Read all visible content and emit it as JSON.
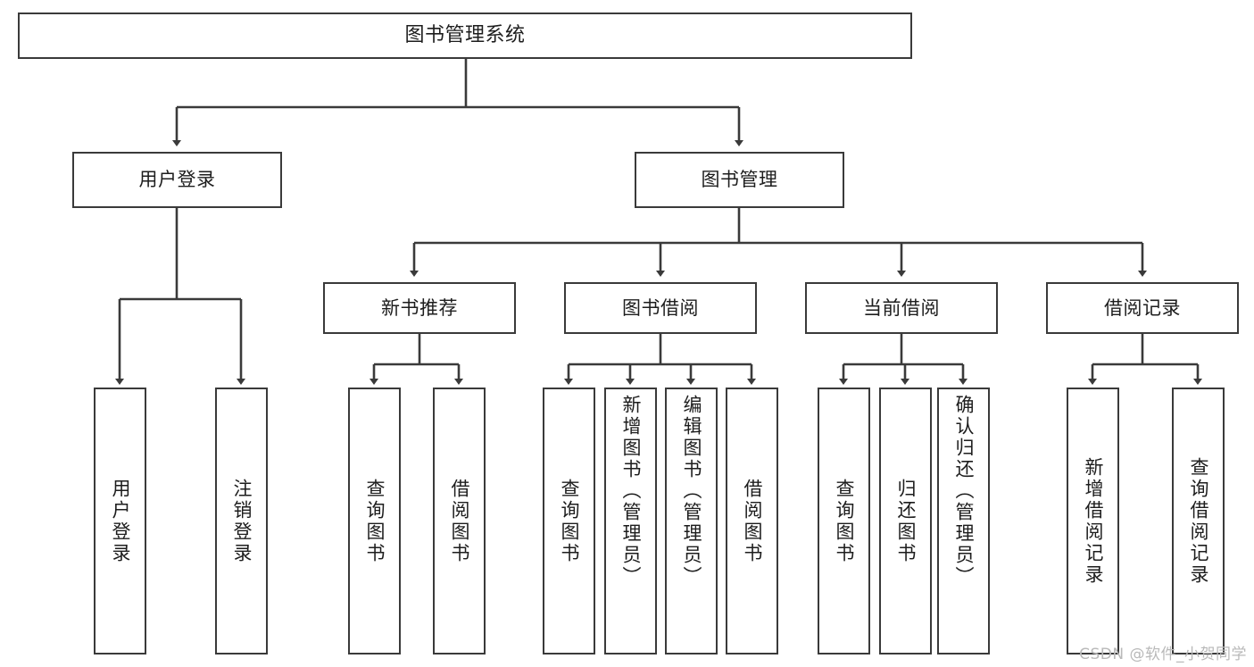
{
  "diagram": {
    "type": "tree",
    "title": "图书管理系统",
    "watermark": "CSDN @软件_小贺同学",
    "colors": {
      "box_border": "#3a3a3a",
      "box_fill": "#ffffff",
      "connector": "#3a3a3a",
      "text": "#1d1d1d",
      "watermark": "#b9b9b9",
      "background": "#ffffff"
    },
    "root": {
      "label": "图书管理系统"
    },
    "level1": [
      {
        "label": "用户登录"
      },
      {
        "label": "图书管理"
      }
    ],
    "level2": [
      {
        "label": "新书推荐"
      },
      {
        "label": "图书借阅"
      },
      {
        "label": "当前借阅"
      },
      {
        "label": "借阅记录"
      }
    ],
    "leaves": {
      "user_login": [
        {
          "label": "用户登录"
        },
        {
          "label": "注销登录"
        }
      ],
      "new_book_recommend": [
        {
          "label": "查询图书"
        },
        {
          "label": "借阅图书"
        }
      ],
      "book_borrow": [
        {
          "label": "查询图书"
        },
        {
          "label": "新增图书（管理员）"
        },
        {
          "label": "编辑图书（管理员）"
        },
        {
          "label": "借阅图书"
        }
      ],
      "current_borrow": [
        {
          "label": "查询图书"
        },
        {
          "label": "归还图书"
        },
        {
          "label": "确认归还（管理员）"
        }
      ],
      "borrow_record": [
        {
          "label": "新增借阅记录"
        },
        {
          "label": "查询借阅记录"
        }
      ]
    }
  }
}
